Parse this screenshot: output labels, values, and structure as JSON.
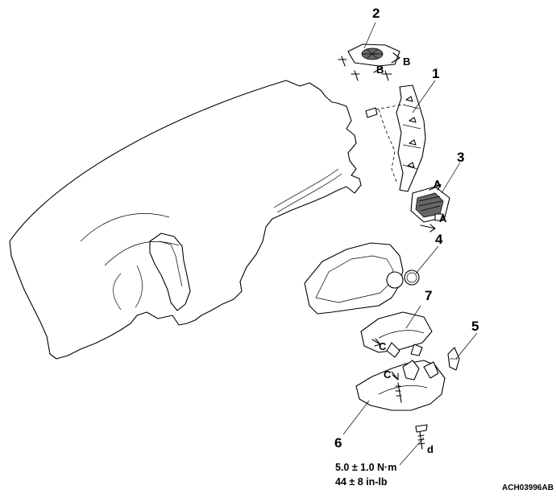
{
  "callouts": {
    "c1": "1",
    "c2": "2",
    "c3": "3",
    "c4": "4",
    "c5": "5",
    "c6": "6",
    "c7": "7"
  },
  "clip_letters": {
    "a": "A",
    "b": "B",
    "c": "C",
    "d": "d"
  },
  "torque": {
    "metric": "5.0 ± 1.0 N·m",
    "imperial": "44 ± 8 in-lb"
  },
  "drawing_code": "ACH03996AB"
}
